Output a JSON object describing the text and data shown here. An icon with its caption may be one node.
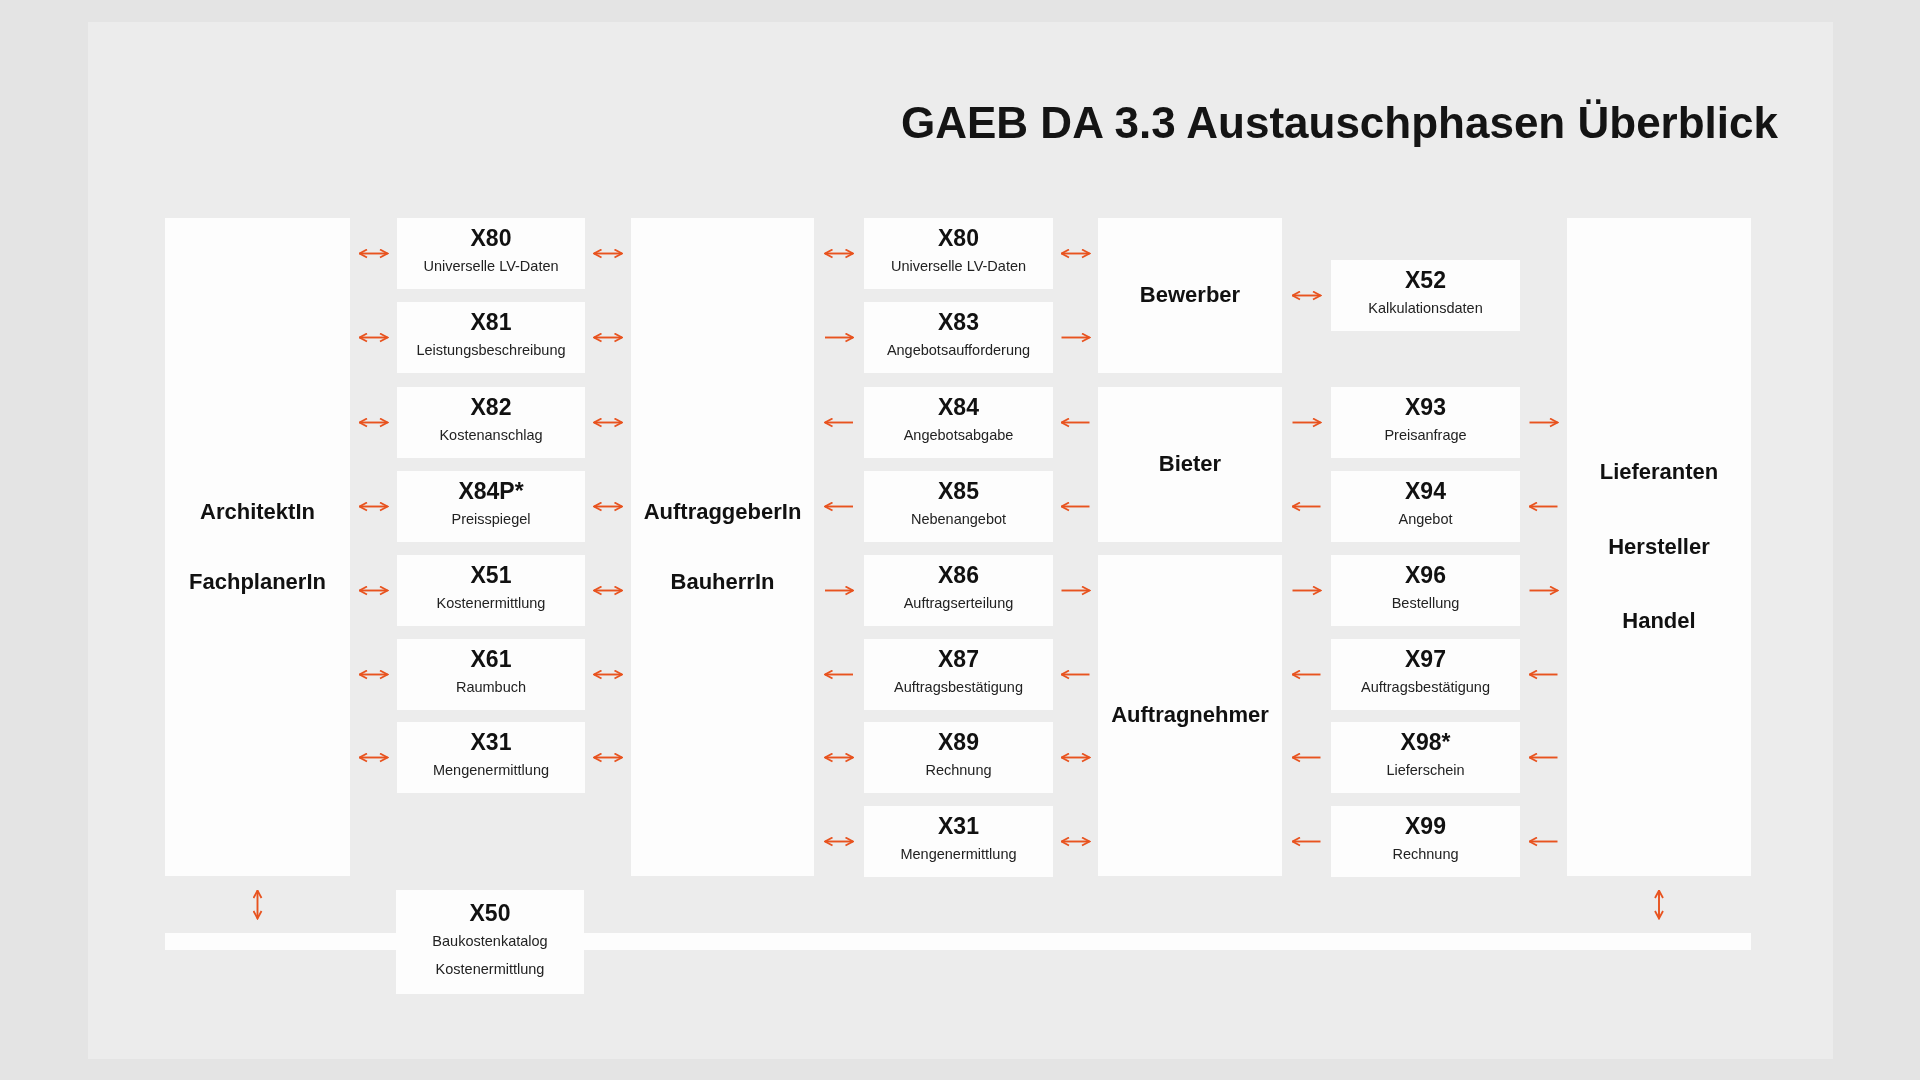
{
  "diagram": {
    "title": "GAEB DA 3.3 Austauschphasen Überblick",
    "nodes": [
      {
        "text": [
          "ArchitektIn",
          "FachplanerIn"
        ]
      },
      {
        "text": [
          "X80",
          "Universelle LV-Daten"
        ]
      },
      {
        "text": [
          "X81",
          "Leistungsbeschreibung"
        ]
      },
      {
        "text": [
          "X82",
          "Kostenanschlag"
        ]
      },
      {
        "text": [
          "X84P*",
          "Preisspiegel"
        ]
      },
      {
        "text": [
          "X51",
          "Kostenermittlung"
        ]
      },
      {
        "text": [
          "X61",
          "Raumbuch"
        ]
      },
      {
        "text": [
          "X31",
          "Mengenermittlung"
        ]
      },
      {
        "text": [
          "AuftraggeberIn",
          "BauherrIn"
        ]
      },
      {
        "text": [
          "X80",
          "Universelle LV-Daten"
        ]
      },
      {
        "text": [
          "X83",
          "Angebotsaufforderung"
        ]
      },
      {
        "text": [
          "X84",
          "Angebotsabgabe"
        ]
      },
      {
        "text": [
          "X85",
          "Nebenangebot"
        ]
      },
      {
        "text": [
          "X86",
          "Auftragserteilung"
        ]
      },
      {
        "text": [
          "X87",
          "Auftragsbestätigung"
        ]
      },
      {
        "text": [
          "X89",
          "Rechnung"
        ]
      },
      {
        "text": [
          "X31",
          "Mengenermittlung"
        ]
      },
      {
        "text": [
          "Bewerber"
        ]
      },
      {
        "text": [
          "Bieter"
        ]
      },
      {
        "text": [
          "Auftragnehmer"
        ]
      },
      {
        "text": [
          "X52",
          "Kalkulationsdaten"
        ]
      },
      {
        "text": [
          "X93",
          "Preisanfrage"
        ]
      },
      {
        "text": [
          "X94",
          "Angebot"
        ]
      },
      {
        "text": [
          "X96",
          "Bestellung"
        ]
      },
      {
        "text": [
          "X97",
          "Auftragsbestätigung"
        ]
      },
      {
        "text": [
          "X98*",
          "Lieferschein"
        ]
      },
      {
        "text": [
          "X99",
          "Rechnung"
        ]
      },
      {
        "text": [
          "Lieferanten",
          "Hersteller",
          "Handel"
        ]
      },
      {
        "text": [
          "X50",
          "Baukostenkatalog Kostenermittlung"
        ]
      },
      {
        "text": [],
        "shape": "bar"
      }
    ],
    "edges": [
      {
        "from": 0,
        "to": 1,
        "arrow": "both"
      },
      {
        "from": 0,
        "to": 2,
        "arrow": "both"
      },
      {
        "from": 0,
        "to": 3,
        "arrow": "both"
      },
      {
        "from": 0,
        "to": 4,
        "arrow": "both"
      },
      {
        "from": 0,
        "to": 5,
        "arrow": "both"
      },
      {
        "from": 0,
        "to": 6,
        "arrow": "both"
      },
      {
        "from": 0,
        "to": 7,
        "arrow": "both"
      },
      {
        "from": 1,
        "to": 8,
        "arrow": "both"
      },
      {
        "from": 2,
        "to": 8,
        "arrow": "both"
      },
      {
        "from": 3,
        "to": 8,
        "arrow": "both"
      },
      {
        "from": 4,
        "to": 8,
        "arrow": "both"
      },
      {
        "from": 5,
        "to": 8,
        "arrow": "both"
      },
      {
        "from": 6,
        "to": 8,
        "arrow": "both"
      },
      {
        "from": 7,
        "to": 8,
        "arrow": "both"
      },
      {
        "from": 8,
        "to": 9,
        "arrow": "both"
      },
      {
        "from": 8,
        "to": 10,
        "arrow": "to"
      },
      {
        "from": 11,
        "to": 8,
        "arrow": "to"
      },
      {
        "from": 12,
        "to": 8,
        "arrow": "to"
      },
      {
        "from": 8,
        "to": 13,
        "arrow": "to"
      },
      {
        "from": 14,
        "to": 8,
        "arrow": "to"
      },
      {
        "from": 8,
        "to": 15,
        "arrow": "both"
      },
      {
        "from": 8,
        "to": 16,
        "arrow": "both"
      },
      {
        "from": 9,
        "to": 17,
        "arrow": "both"
      },
      {
        "from": 10,
        "to": 17,
        "arrow": "to"
      },
      {
        "from": 18,
        "to": 11,
        "arrow": "to"
      },
      {
        "from": 18,
        "to": 12,
        "arrow": "to"
      },
      {
        "from": 13,
        "to": 19,
        "arrow": "to"
      },
      {
        "from": 19,
        "to": 14,
        "arrow": "to"
      },
      {
        "from": 15,
        "to": 19,
        "arrow": "both"
      },
      {
        "from": 16,
        "to": 19,
        "arrow": "both"
      },
      {
        "from": 17,
        "to": 20,
        "arrow": "both"
      },
      {
        "from": 18,
        "to": 21,
        "arrow": "to"
      },
      {
        "from": 22,
        "to": 18,
        "arrow": "to"
      },
      {
        "from": 19,
        "to": 23,
        "arrow": "to"
      },
      {
        "from": 24,
        "to": 19,
        "arrow": "to"
      },
      {
        "from": 25,
        "to": 19,
        "arrow": "to"
      },
      {
        "from": 26,
        "to": 19,
        "arrow": "to"
      },
      {
        "from": 21,
        "to": 27,
        "arrow": "to"
      },
      {
        "from": 27,
        "to": 22,
        "arrow": "to"
      },
      {
        "from": 23,
        "to": 27,
        "arrow": "to"
      },
      {
        "from": 27,
        "to": 24,
        "arrow": "to"
      },
      {
        "from": 27,
        "to": 25,
        "arrow": "to"
      },
      {
        "from": 27,
        "to": 26,
        "arrow": "to"
      },
      {
        "from": 0,
        "to": 29,
        "arrow": "both"
      },
      {
        "from": 27,
        "to": 29,
        "arrow": "both"
      }
    ]
  }
}
